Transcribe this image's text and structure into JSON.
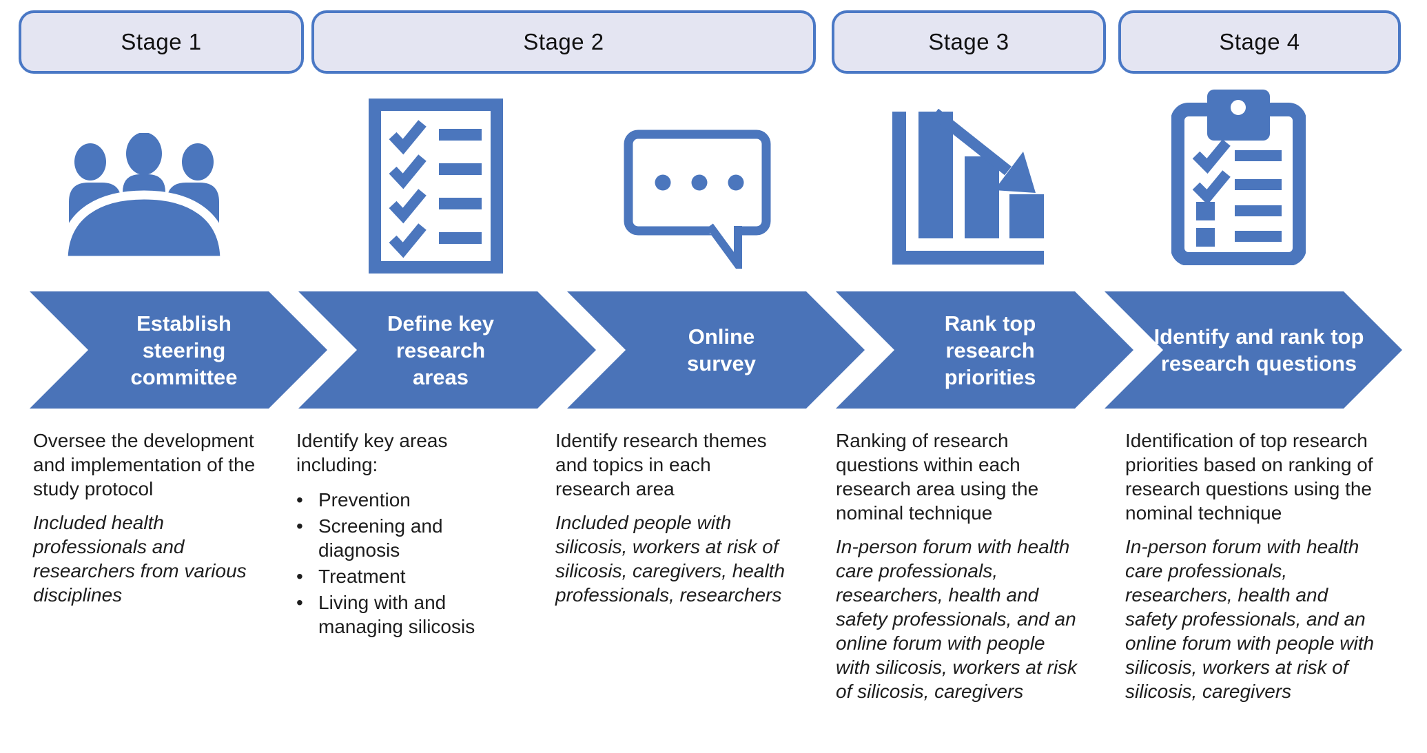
{
  "figure": {
    "type": "process-flow-diagram",
    "colors": {
      "accent_blue": "#4a73b8",
      "icon_blue": "#4b76bd",
      "header_fill": "#e4e5f2",
      "header_border": "#4a78c5",
      "body_text": "#1d1d1d",
      "arrow_text": "#ffffff"
    }
  },
  "stage_headers": [
    {
      "label": "Stage 1"
    },
    {
      "label": "Stage 2"
    },
    {
      "label": "Stage 3"
    },
    {
      "label": "Stage 4"
    }
  ],
  "steps": [
    {
      "icon": "meeting-icon",
      "arrow_label": "Establish steering committee",
      "description": "Oversee the development and implementation of the study protocol",
      "note": "Included health professionals and researchers from various disciplines"
    },
    {
      "icon": "checklist-icon",
      "arrow_label": "Define key research areas",
      "description": "Identify key areas including:",
      "bullets": [
        "Prevention",
        "Screening and diagnosis",
        "Treatment",
        "Living with and managing silicosis"
      ],
      "bullet_marker": "•"
    },
    {
      "icon": "speech-bubble-icon",
      "arrow_label": "Online survey",
      "description": "Identify research themes and topics in each research area",
      "note": "Included people with silicosis, workers at risk of silicosis, caregivers, health professionals, researchers"
    },
    {
      "icon": "declining-bar-chart-icon",
      "arrow_label": "Rank top research priorities",
      "description": "Ranking of research questions within each research area using the nominal technique",
      "note": "In-person forum with health care professionals, researchers, health and safety professionals, and an online forum with people with silicosis, workers at risk of silicosis, caregivers"
    },
    {
      "icon": "clipboard-icon",
      "arrow_label": "Identify and rank top research questions",
      "description": "Identification of top research priorities based on ranking of research questions using the nominal technique",
      "note": "In-person forum with health care professionals, researchers, health and safety professionals, and an online forum with people with silicosis, workers at risk of silicosis, caregivers"
    }
  ]
}
